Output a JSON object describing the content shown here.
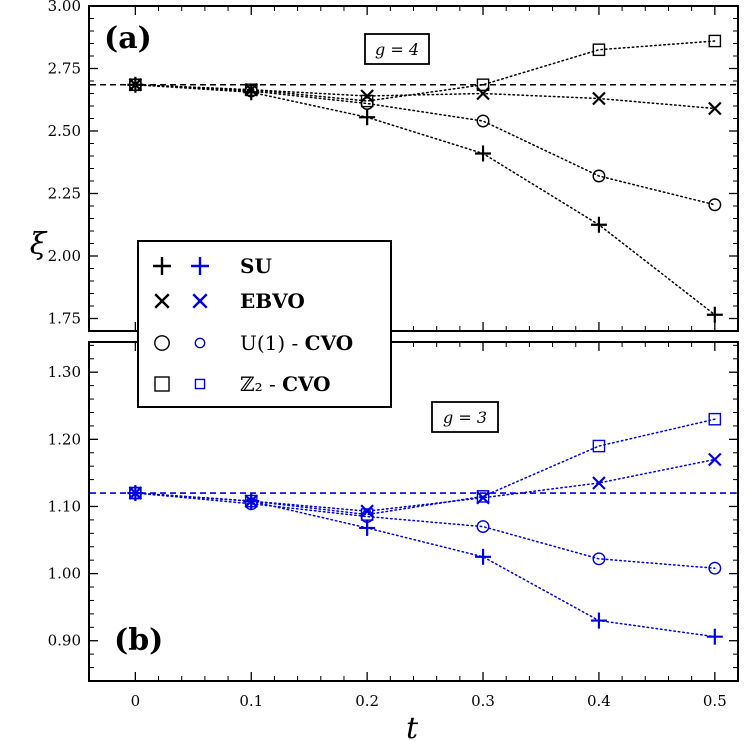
{
  "chart_data": [
    {
      "panel": "(a)",
      "inset_label": "g = 4",
      "type": "line",
      "x": [
        0,
        0.1,
        0.2,
        0.3,
        0.4,
        0.5
      ],
      "xticks": [
        "0",
        "0.1",
        "0.2",
        "0.3",
        "0.4",
        "0.5"
      ],
      "xlim": [
        -0.04,
        0.52
      ],
      "ylim": [
        1.7,
        3.0
      ],
      "ylabel": "ξ",
      "yticks": [
        "1.75",
        "2.00",
        "2.25",
        "2.50",
        "2.75",
        "3.00"
      ],
      "ytick_values": [
        1.75,
        2.0,
        2.25,
        2.5,
        2.75,
        3.0
      ],
      "color": "#000000",
      "reference_line": 2.685,
      "series": [
        {
          "legend_key": "su",
          "marker": "plus",
          "values": [
            2.685,
            2.655,
            2.555,
            2.41,
            2.125,
            1.765
          ]
        },
        {
          "legend_key": "ebvo",
          "marker": "x",
          "values": [
            2.685,
            2.665,
            2.64,
            2.65,
            2.63,
            2.59
          ]
        },
        {
          "legend_key": "u1",
          "marker": "circle",
          "values": [
            2.685,
            2.66,
            2.61,
            2.54,
            2.32,
            2.205
          ]
        },
        {
          "legend_key": "z2",
          "marker": "square",
          "values": [
            2.685,
            2.665,
            2.62,
            2.685,
            2.825,
            2.86
          ]
        }
      ]
    },
    {
      "panel": "(b)",
      "inset_label": "g = 3",
      "type": "line",
      "x": [
        0,
        0.1,
        0.2,
        0.3,
        0.4,
        0.5
      ],
      "xticks": [
        "0",
        "0.1",
        "0.2",
        "0.3",
        "0.4",
        "0.5"
      ],
      "xlim": [
        -0.04,
        0.52
      ],
      "ylim": [
        0.84,
        1.345
      ],
      "xlabel": "t",
      "yticks": [
        "0.90",
        "1.00",
        "1.10",
        "1.20",
        "1.30"
      ],
      "ytick_values": [
        0.9,
        1.0,
        1.1,
        1.2,
        1.3
      ],
      "color": "#0000dd",
      "reference_line": 1.12,
      "series": [
        {
          "legend_key": "su",
          "marker": "plus",
          "values": [
            1.12,
            1.108,
            1.068,
            1.025,
            0.93,
            0.906
          ]
        },
        {
          "legend_key": "ebvo",
          "marker": "x",
          "values": [
            1.12,
            1.108,
            1.093,
            1.113,
            1.135,
            1.17
          ]
        },
        {
          "legend_key": "u1",
          "marker": "circle",
          "values": [
            1.12,
            1.104,
            1.085,
            1.07,
            1.022,
            1.008
          ]
        },
        {
          "legend_key": "z2",
          "marker": "square",
          "values": [
            1.12,
            1.108,
            1.088,
            1.115,
            1.19,
            1.23
          ]
        }
      ]
    }
  ],
  "legend": {
    "entries": [
      {
        "key": "su",
        "marker": "plus",
        "prefix": "",
        "bold": "SU"
      },
      {
        "key": "ebvo",
        "marker": "x",
        "prefix": "",
        "bold": "EBVO"
      },
      {
        "key": "u1",
        "marker": "circle",
        "prefix": "U(1) - ",
        "bold": "CVO"
      },
      {
        "key": "z2",
        "marker": "square",
        "prefix": "ℤ₂ - ",
        "bold": "CVO"
      }
    ]
  }
}
